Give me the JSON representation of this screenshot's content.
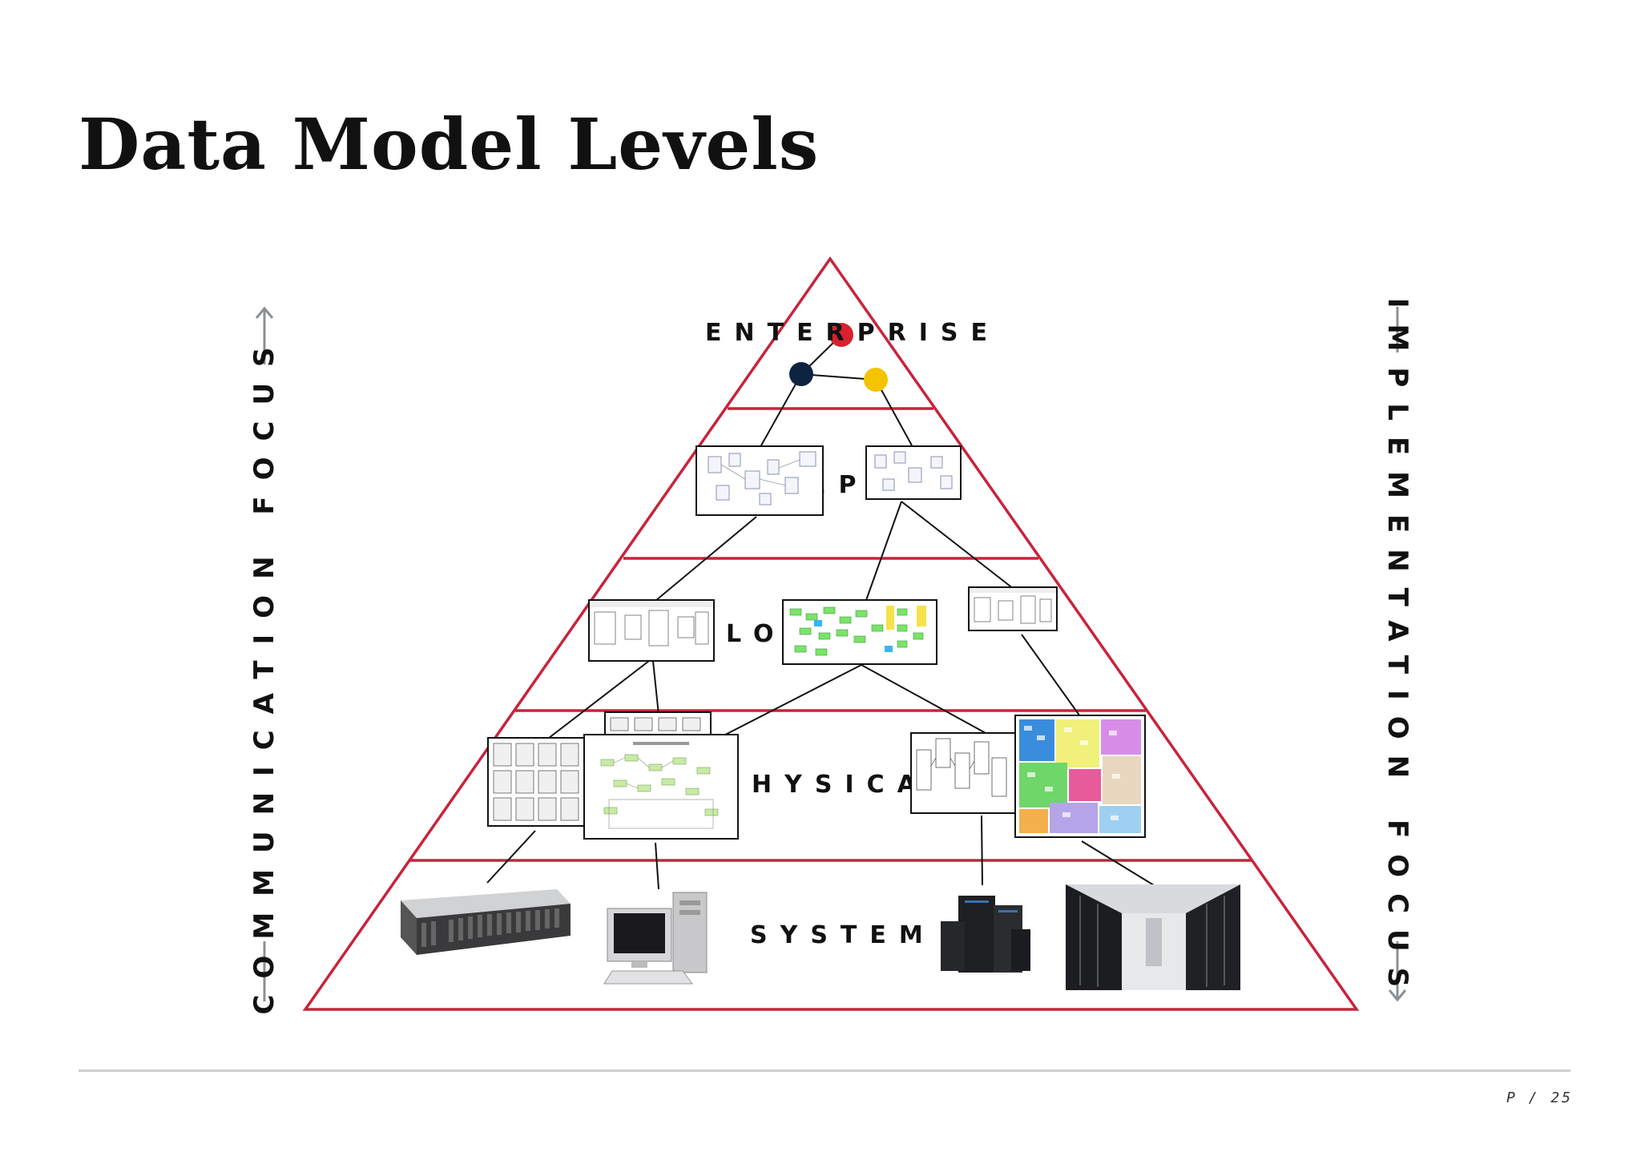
{
  "title": "Data Model Levels",
  "left_axis_label": "COMMUNICATION FOCUS",
  "right_axis_label": "IMPLEMENTATION FOCUS",
  "levels": {
    "enterprise": "ENTERPRISE",
    "conceptual": "EP",
    "logical": "LO",
    "physical": "HYSICA",
    "system": "SYSTEM"
  },
  "page_number": "P / 25",
  "colors": {
    "pyramid": "#c8243a",
    "node_red": "#d7222e",
    "node_navy": "#0e2340",
    "node_yellow": "#f5c400",
    "arrow": "#8a9096"
  },
  "icons": [
    "storage-array-icon",
    "desktop-computer-icon",
    "server-tower-icon",
    "data-center-icon"
  ]
}
